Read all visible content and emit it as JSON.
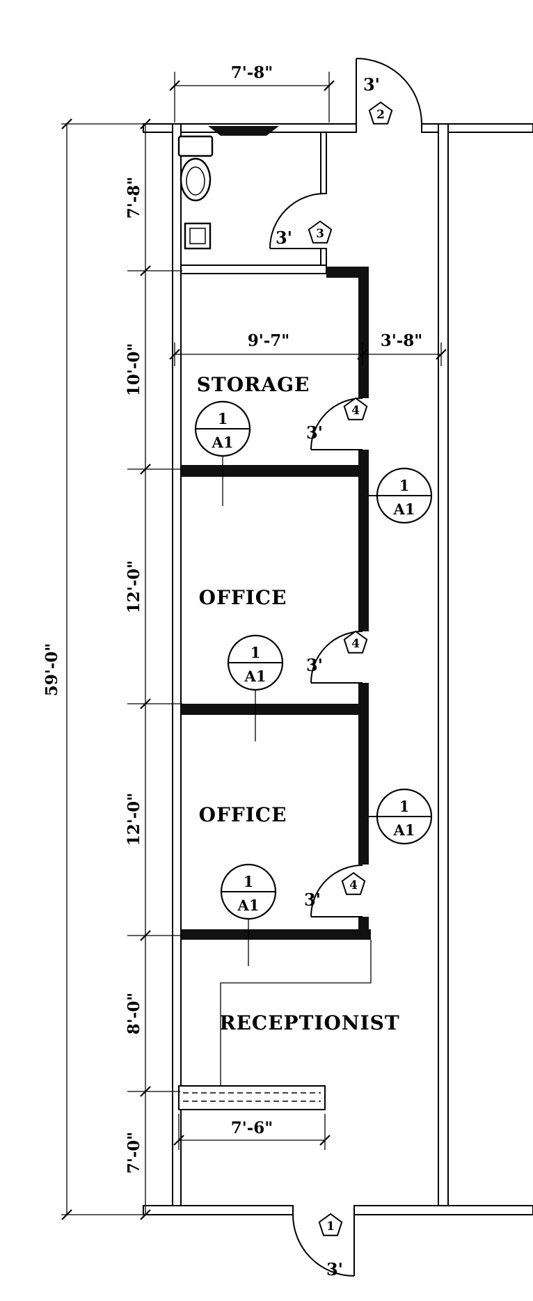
{
  "drawing": {
    "background": "#ffffff",
    "line_color": "#000000"
  },
  "rooms": {
    "storage": "STORAGE",
    "office_upper": "OFFICE",
    "office_lower": "OFFICE",
    "receptionist": "RECEPTIONIST"
  },
  "dimensions": {
    "overall_height": "59'-0\"",
    "left_segments": [
      "7'-8\"",
      "10'-0\"",
      "12'-0\"",
      "12'-0\"",
      "8'-0\"",
      "7'-0\""
    ],
    "bathroom_width": "7'-8\"",
    "storage_width": "9'-7\"",
    "hall_width": "3'-8\"",
    "desk_width": "7'-6\""
  },
  "doors": {
    "entry_top": {
      "tag": "2",
      "width": "3'"
    },
    "bathroom": {
      "tag": "3",
      "width": "3'"
    },
    "storage": {
      "tag": "4",
      "width": "3'"
    },
    "office_upper": {
      "tag": "4",
      "width": "3'"
    },
    "office_lower": {
      "tag": "4",
      "width": "3'"
    },
    "entry_bottom": {
      "tag": "1",
      "width": "3'"
    }
  },
  "callout": {
    "detail": "1",
    "sheet": "A1"
  }
}
